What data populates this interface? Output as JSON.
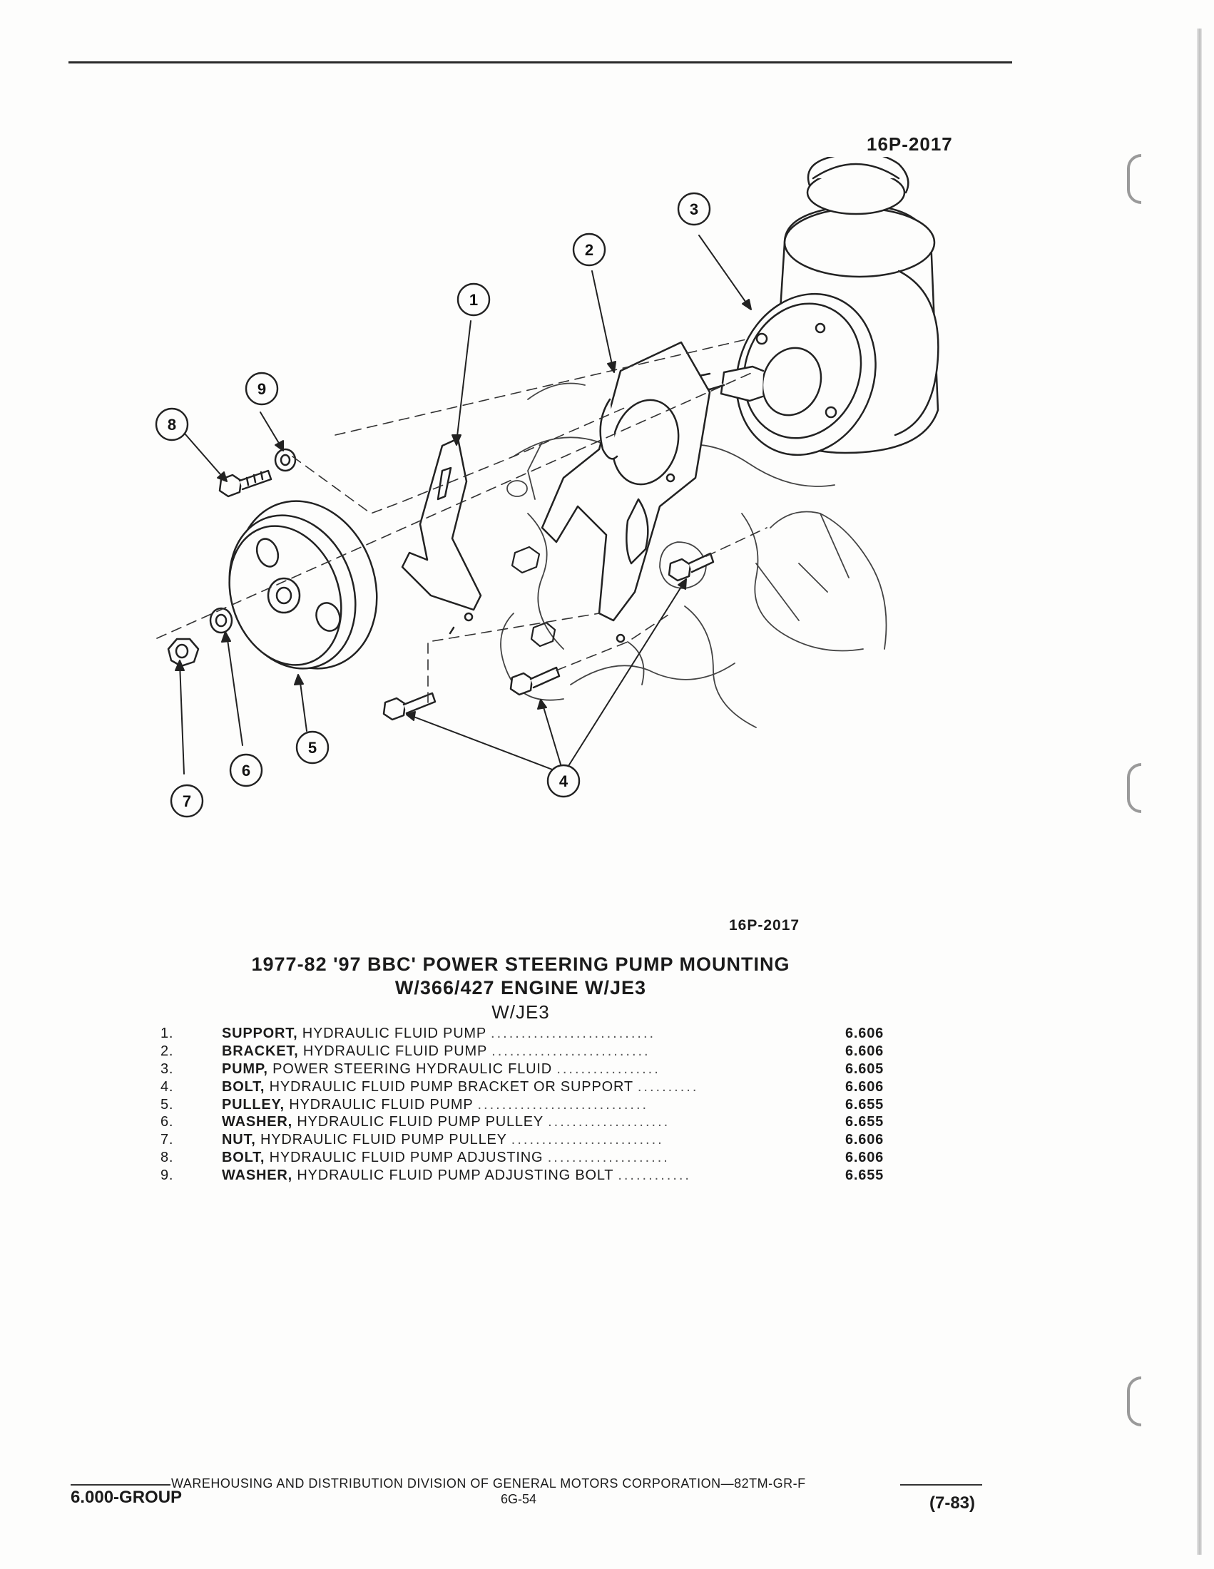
{
  "figure": {
    "ref_top": "16P-2017",
    "ref_below": "16P-2017",
    "callouts": [
      "1",
      "2",
      "3",
      "4",
      "5",
      "6",
      "7",
      "8",
      "9"
    ]
  },
  "title": {
    "line1": "1977-82 '97 BBC' POWER STEERING PUMP MOUNTING",
    "line2": "W/366/427 ENGINE W/JE3",
    "line3": "W/JE3"
  },
  "parts": [
    {
      "num": "1.",
      "name": "SUPPORT,",
      "desc": "HYDRAULIC FLUID PUMP",
      "group": "6.606"
    },
    {
      "num": "2.",
      "name": "BRACKET,",
      "desc": "HYDRAULIC FLUID PUMP",
      "group": "6.606"
    },
    {
      "num": "3.",
      "name": "PUMP,",
      "desc": "POWER STEERING HYDRAULIC FLUID",
      "group": "6.605"
    },
    {
      "num": "4.",
      "name": "BOLT,",
      "desc": "HYDRAULIC FLUID PUMP BRACKET OR SUPPORT",
      "group": "6.606"
    },
    {
      "num": "5.",
      "name": "PULLEY,",
      "desc": "HYDRAULIC FLUID PUMP",
      "group": "6.655"
    },
    {
      "num": "6.",
      "name": "WASHER,",
      "desc": "HYDRAULIC FLUID PUMP PULLEY",
      "group": "6.655"
    },
    {
      "num": "7.",
      "name": "NUT,",
      "desc": "HYDRAULIC FLUID PUMP PULLEY",
      "group": "6.606"
    },
    {
      "num": "8.",
      "name": "BOLT,",
      "desc": "HYDRAULIC FLUID PUMP ADJUSTING",
      "group": "6.606"
    },
    {
      "num": "9.",
      "name": "WASHER,",
      "desc": "HYDRAULIC FLUID PUMP ADJUSTING BOLT",
      "group": "6.655"
    }
  ],
  "footer": {
    "line": "WAREHOUSING AND DISTRIBUTION DIVISION OF GENERAL MOTORS CORPORATION—82TM-GR-F",
    "group": "6.000-GROUP",
    "page": "6G-54",
    "date": "(7-83)"
  }
}
